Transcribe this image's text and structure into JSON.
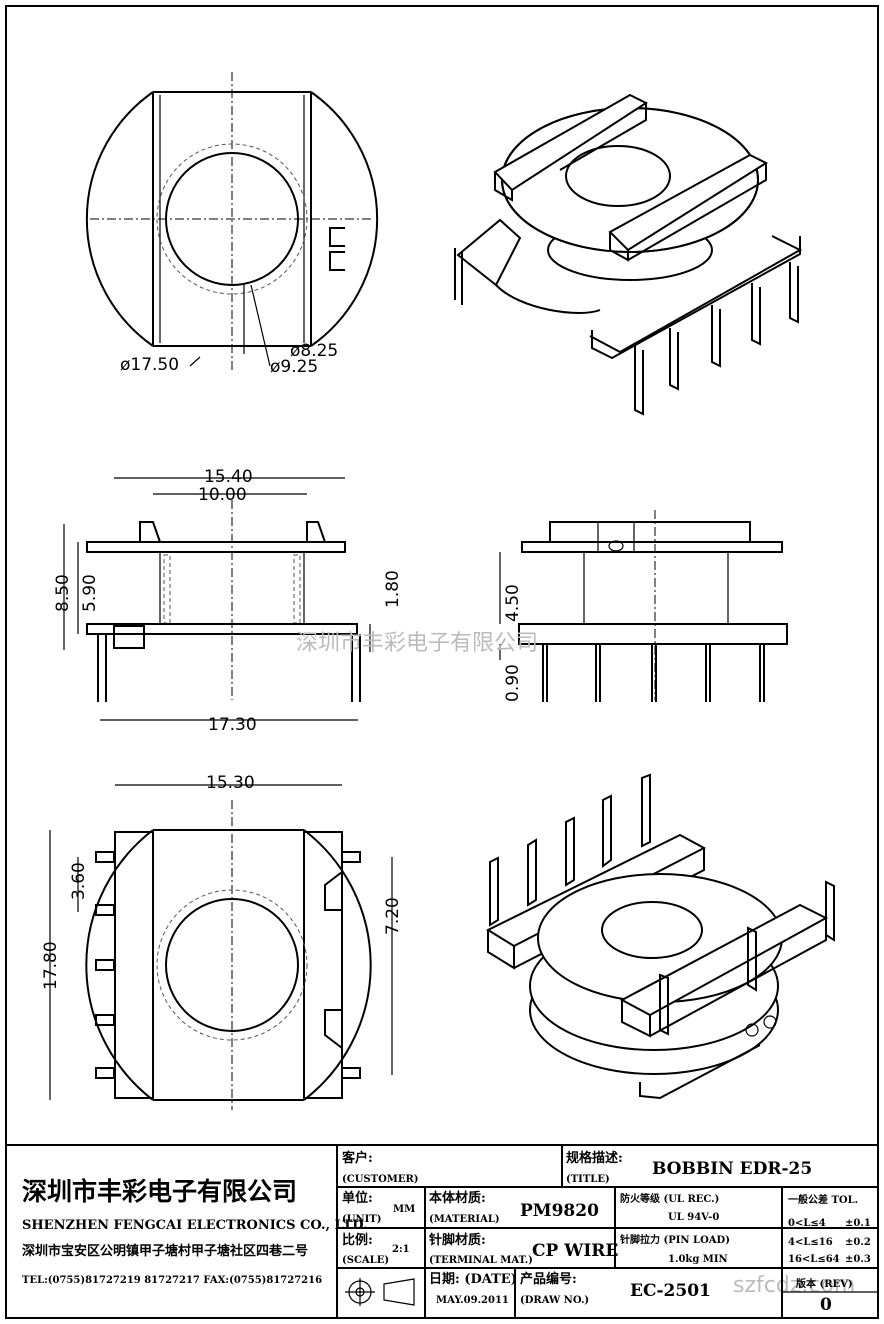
{
  "dimensions": {
    "top_outer_dia": "ø17.50",
    "top_dia_a": "ø8.25",
    "top_dia_b": "ø9.25",
    "side_width_top": "15.40",
    "side_width_inner": "10.00",
    "side_height": "8.50",
    "side_inner_height": "5.90",
    "side_flange": "1.80",
    "side_pin_span": "17.30",
    "front_height": "4.50",
    "front_pin": "0.90",
    "bottom_width": "15.30",
    "bottom_pitch": "3.60",
    "bottom_height": "17.80",
    "bottom_slot": "7.20"
  },
  "watermark": {
    "company": "深圳市丰彩电子有限公司",
    "site": "szfcdz.com"
  },
  "title_block": {
    "company_cn": "深圳市丰彩电子有限公司",
    "company_en": "SHENZHEN FENGCAI ELECTRONICS CO., LTD.",
    "address": "深圳市宝安区公明镇甲子塘村甲子塘社区四巷二号",
    "tel_fax": "TEL:(0755)81727219  81727217    FAX:(0755)81727216",
    "customer_label": "客户:",
    "customer_label_en": "(CUSTOMER)",
    "title_label": "规格描述:",
    "title_label_en": "(TITLE)",
    "title_value": "BOBBIN EDR-25",
    "unit_label": "单位:",
    "unit_label_en": "(UNIT)",
    "unit_value": "MM",
    "material_label": "本体材质:",
    "material_label_en": "(MATERIAL)",
    "material_value": "PM9820",
    "ul_label": "防火等级 (UL REC.)",
    "ul_value": "UL 94V-0",
    "tol_label": "一般公差 TOL.",
    "tol_rows": [
      {
        "range": "0<L≤4",
        "value": "±0.1"
      },
      {
        "range": "4<L≤16",
        "value": "±0.2"
      },
      {
        "range": "16<L≤64",
        "value": "±0.3"
      }
    ],
    "scale_label": "比例:",
    "scale_label_en": "(SCALE)",
    "scale_value": "2:1",
    "terminal_label": "针脚材质:",
    "terminal_label_en": "(TERMINAL MAT.)",
    "terminal_value": "CP WIRE",
    "pin_load_label": "针脚拉力 (PIN LOAD)",
    "pin_load_value": "1.0kg MIN",
    "date_label": "日期: (DATE)",
    "date_value": "MAY.09.2011",
    "draw_label": "产品编号:",
    "draw_label_en": "(DRAW NO.)",
    "draw_value": "EC-2501",
    "rev_label": "版本 (REV)",
    "rev_value": "0"
  }
}
